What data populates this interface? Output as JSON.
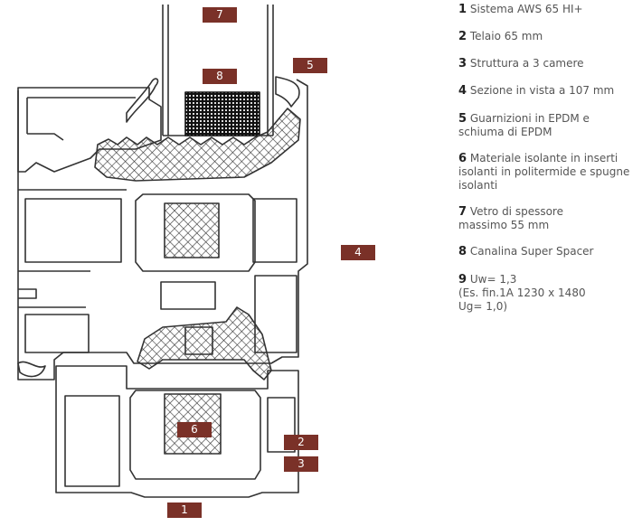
{
  "colors": {
    "marker": "#7a3128",
    "line": "#333333"
  },
  "markers": [
    "7",
    "8",
    "5",
    "4",
    "6",
    "2",
    "3",
    "1"
  ],
  "legend": [
    {
      "num": "1",
      "text": "Sistema AWS 65 HI+"
    },
    {
      "num": "2",
      "text": "Telaio 65 mm"
    },
    {
      "num": "3",
      "text": "Struttura a 3 camere"
    },
    {
      "num": "4",
      "text": "Sezione in vista a 107 mm"
    },
    {
      "num": "5",
      "text": "Guarnizioni in EPDM e",
      "text2": "schiuma di EPDM"
    },
    {
      "num": "6",
      "text": "Materiale isolante in inserti",
      "text2": "isolanti in politermide e spugne",
      "text3": "isolanti"
    },
    {
      "num": "7",
      "text": "Vetro di spessore",
      "text2": "massimo 55 mm"
    },
    {
      "num": "8",
      "text": "Canalina Super Spacer"
    },
    {
      "num": "9",
      "text": "Uw= 1,3",
      "text2": "(Es. fin.1A 1230 x 1480",
      "text3": "Ug= 1,0)"
    }
  ]
}
